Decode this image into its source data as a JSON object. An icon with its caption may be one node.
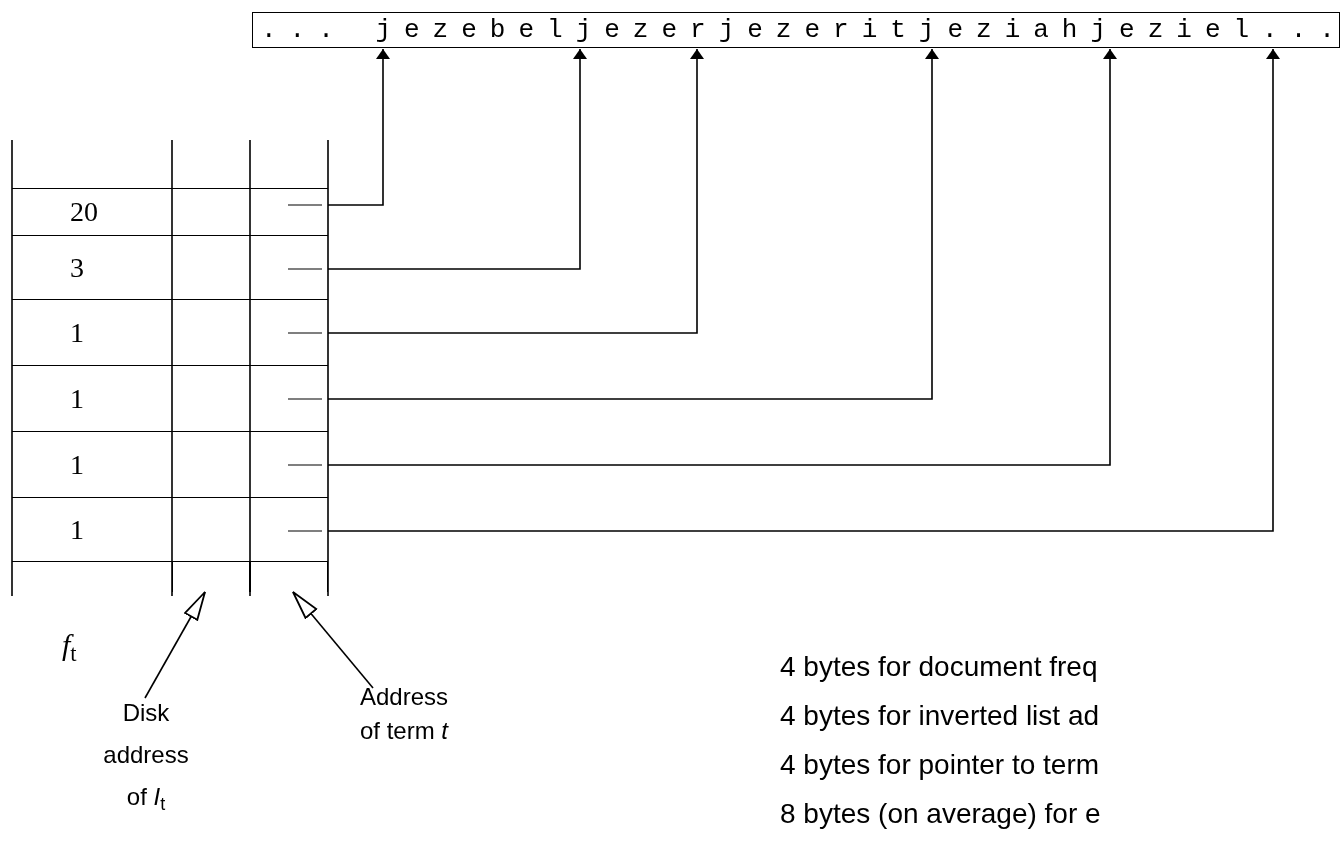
{
  "diagram": {
    "nodes": [
      {
        "text": [
          "... jezebeljezerjezeritjeziahjeziel..."
        ]
      },
      {
        "text": [
          "20"
        ]
      },
      {
        "text": [
          "3"
        ]
      },
      {
        "text": [
          "1"
        ]
      },
      {
        "text": [
          "1"
        ]
      },
      {
        "text": [
          "1"
        ]
      },
      {
        "text": [
          "1"
        ]
      },
      {
        "text": [],
        "shape": "box"
      },
      {
        "text": [],
        "shape": "box"
      },
      {
        "text": [
          "Disk address of *I*$_{t}$"
        ]
      },
      {
        "text": [
          "Address of term *t*"
        ]
      }
    ],
    "edges": [
      {
        "from": 1,
        "to": 0,
        "arrow": "to"
      },
      {
        "from": 2,
        "to": 0,
        "arrow": "to"
      },
      {
        "from": 3,
        "to": 0,
        "arrow": "to"
      },
      {
        "from": 4,
        "to": 0,
        "arrow": "to"
      },
      {
        "from": 5,
        "to": 0,
        "arrow": "to"
      },
      {
        "from": 6,
        "to": 0,
        "arrow": "to"
      },
      {
        "from": 9,
        "to": 7,
        "arrow": "to"
      },
      {
        "from": 10,
        "to": 8,
        "arrow": "to"
      }
    ],
    "labels": [
      "*f*$_{t}$",
      "4 bytes for document freq",
      "4 bytes for inverted list ad",
      "4 bytes for pointer to term",
      "8 bytes (on average) for e"
    ]
  }
}
